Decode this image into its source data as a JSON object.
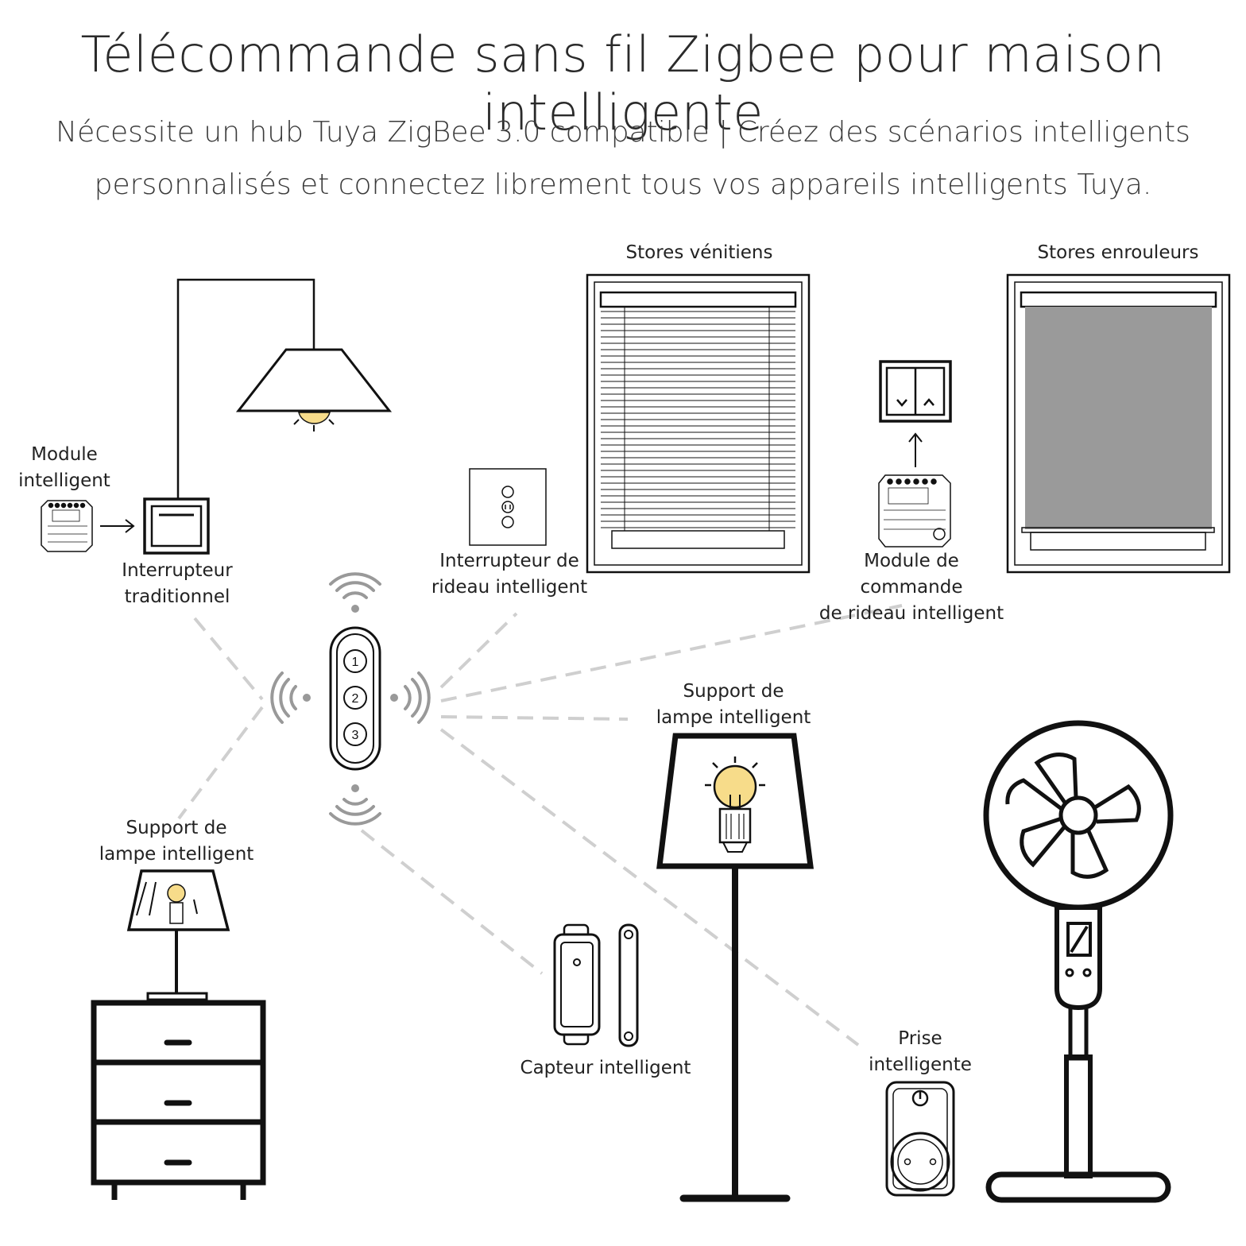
{
  "header": {
    "title": "Télécommande sans fil Zigbee pour maison intelligente",
    "subtitle_line1": "Nécessite un hub Tuya ZigBee 3.0 compatible | Créez des scénarios intelligents",
    "subtitle_line2": "personnalisés et connectez librement tous vos appareils intelligents Tuya."
  },
  "labels": {
    "venetian_blinds": "Stores vénitiens",
    "roller_blinds": "Stores enrouleurs",
    "smart_module_line1": "Module",
    "smart_module_line2": "intelligent",
    "traditional_switch_line1": "Interrupteur",
    "traditional_switch_line2": "traditionnel",
    "curtain_switch_line1": "Interrupteur de",
    "curtain_switch_line2": "rideau intelligent",
    "curtain_module_line1": "Module de commande",
    "curtain_module_line2": "de rideau intelligent",
    "floor_lamp_line1": "Support de",
    "floor_lamp_line2": "lampe intelligent",
    "table_lamp_line1": "Support de",
    "table_lamp_line2": "lampe intelligent",
    "sensor": "Capteur intelligent",
    "plug_line1": "Prise",
    "plug_line2": "intelligente"
  },
  "remote": {
    "buttons": [
      "1",
      "2",
      "3"
    ]
  },
  "colors": {
    "line": "#111111",
    "dash": "#cfcfcf",
    "bulb": "#f7dc8a",
    "blind_fill": "#9a9a9a",
    "wave": "#999999"
  },
  "icons": [
    "pendant-lamp-icon",
    "wall-switch-icon",
    "smart-module-icon",
    "curtain-switch-icon",
    "venetian-blind-icon",
    "roller-blind-icon",
    "zigbee-remote-icon",
    "wifi-wave-icon",
    "table-lamp-icon",
    "dresser-icon",
    "door-sensor-icon",
    "floor-lamp-icon",
    "smart-plug-icon",
    "stand-fan-icon"
  ]
}
